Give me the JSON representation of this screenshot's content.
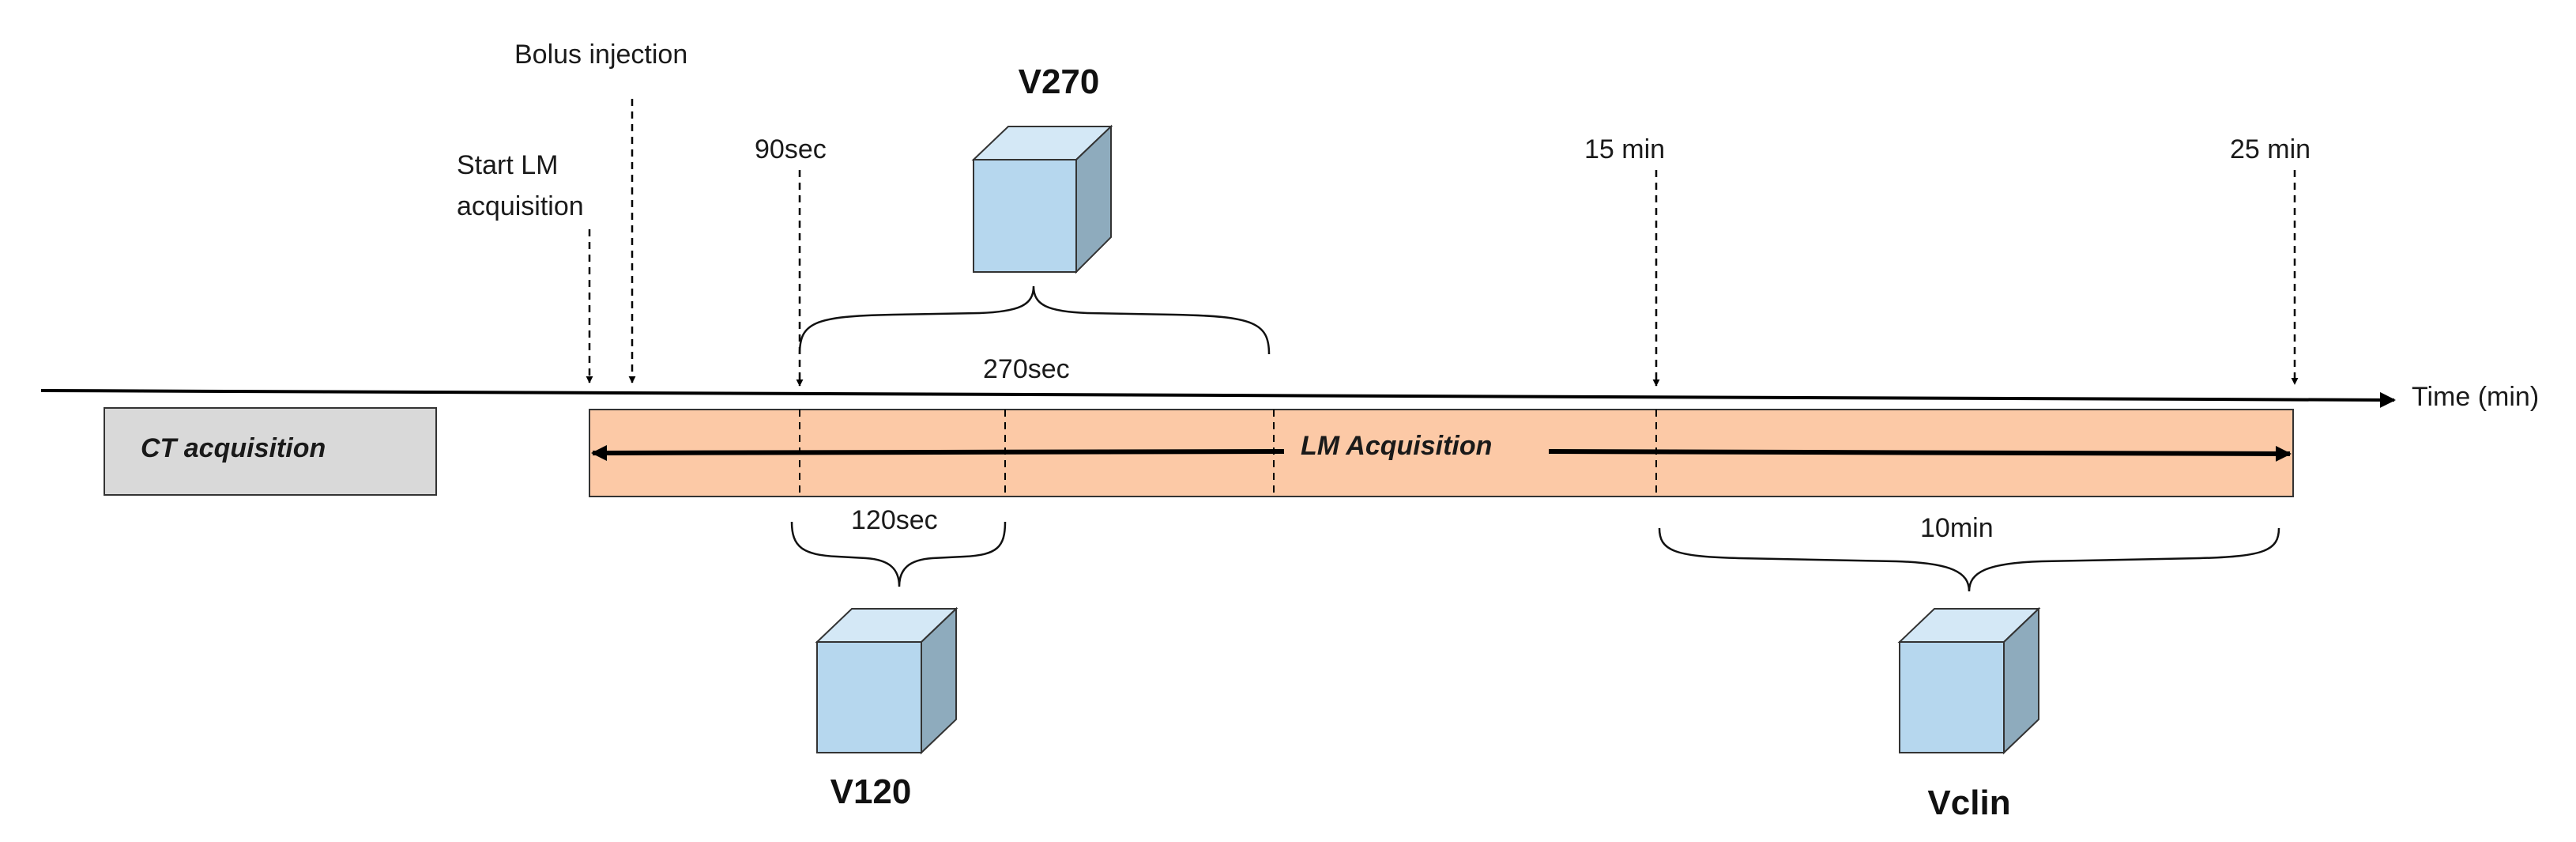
{
  "labels": {
    "bolus_injection": "Bolus injection",
    "start_lm_line1": "Start LM",
    "start_lm_line2": "acquisition",
    "t_90sec": "90sec",
    "t_15min": "15 min",
    "t_25min": "25 min",
    "time_axis": "Time (min)",
    "ct_acquisition": "CT acquisition",
    "lm_acquisition": "LM Acquisition",
    "span_270sec": "270sec",
    "span_120sec": "120sec",
    "span_10min": "10min",
    "v270": "V270",
    "v120": "V120",
    "vclin": "Vclin"
  },
  "colors": {
    "lm_fill": "#fcc9a6",
    "ct_fill": "#d9d9d9",
    "cube_front": "#b6d7ee",
    "cube_top": "#d4e8f6",
    "cube_side": "#8eabbd",
    "line": "#000000"
  }
}
